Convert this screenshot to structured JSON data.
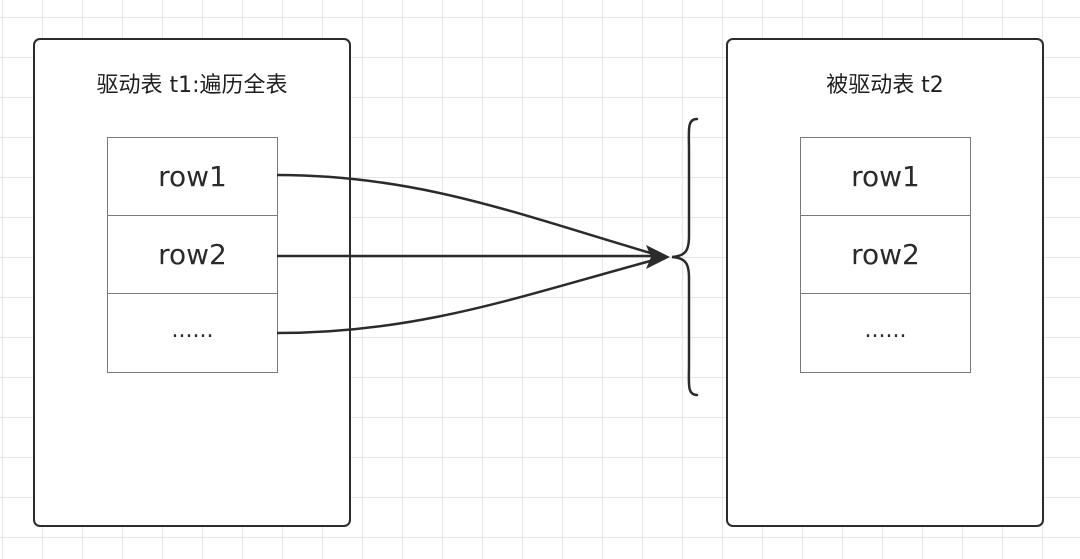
{
  "left_table": {
    "title": "驱动表 t1:遍历全表",
    "rows": [
      "row1",
      "row2",
      "......"
    ]
  },
  "right_table": {
    "title": "被驱动表 t2",
    "rows": [
      "row1",
      "row2",
      "......"
    ]
  },
  "colors": {
    "stroke": "#2b2b2b",
    "grid": "#e6e6e6",
    "cell_border": "#7a7a7a"
  }
}
